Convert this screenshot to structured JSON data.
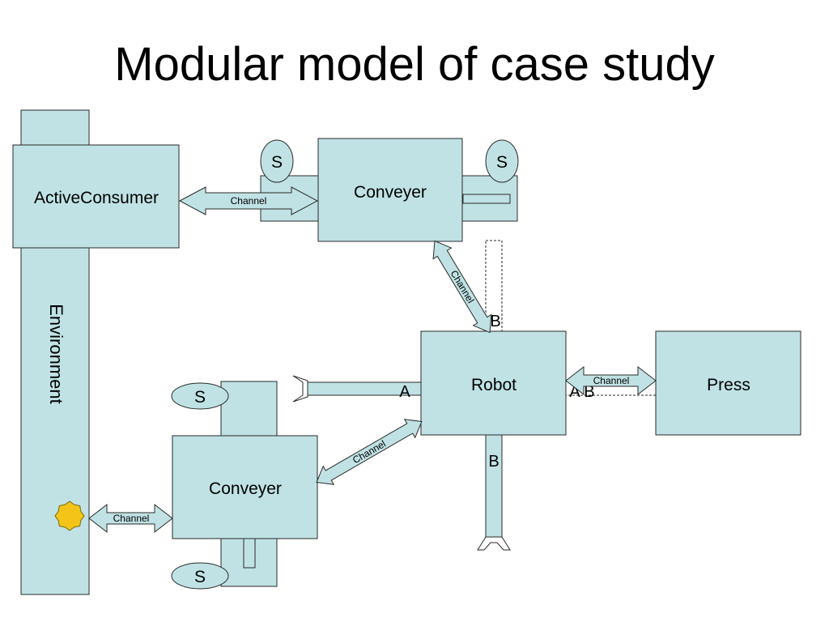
{
  "slide": {
    "title": "Modular model of case study"
  },
  "colors": {
    "fill": "#c0e2e4",
    "stroke": "#2a2a2a",
    "sensor_fill": "#c0e2e4",
    "star": "#f4c518"
  },
  "modules": {
    "environment": "Environment",
    "active_consumer": "ActiveConsumer",
    "conveyer_top": "Conveyer",
    "conveyer_bottom": "Conveyer",
    "robot": "Robot",
    "press": "Press"
  },
  "sensors": {
    "top_left": "S",
    "top_right": "S",
    "bottom_top": "S",
    "bottom_bottom": "S"
  },
  "channels": {
    "consumer_conveyer": "Channel",
    "conveyer_robot": "Channel",
    "robot_press": "Channel",
    "robot_conveyer": "Channel",
    "env_conveyer": "Channel"
  },
  "arm_labels": {
    "up": "B",
    "left": "A",
    "right": "A B",
    "down": "B"
  },
  "icons": {
    "event_marker": "star-icon"
  }
}
